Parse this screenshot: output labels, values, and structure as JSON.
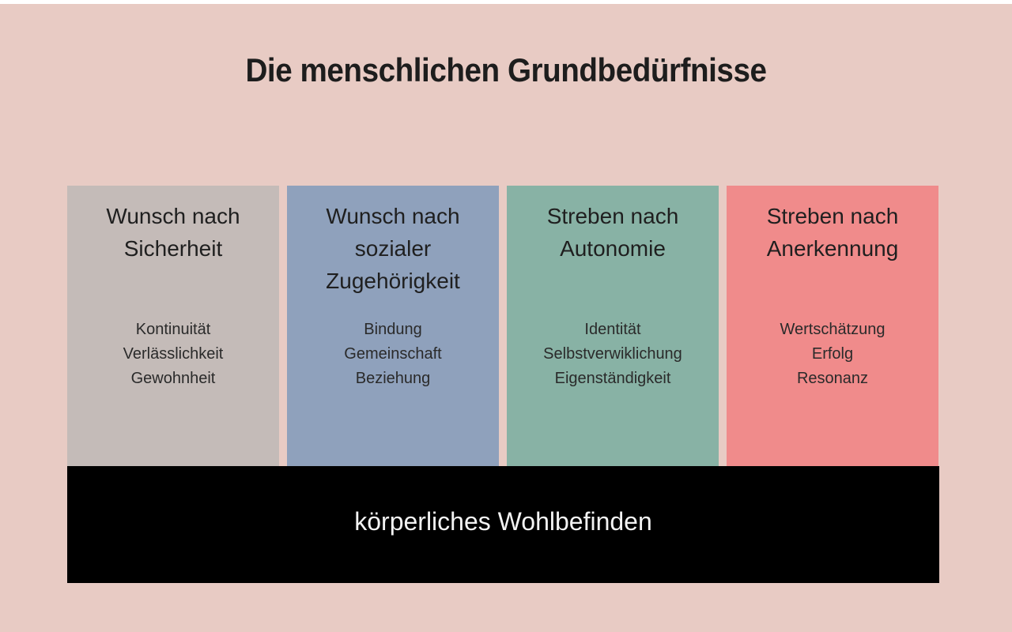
{
  "title": "Die menschlichen Grundbedürfnisse",
  "colors": {
    "background": "#e8cbc4",
    "sicherheit": "#c4bbb8",
    "zugehoerigkeit": "#8fa1bc",
    "autonomie": "#88b2a5",
    "anerkennung": "#f08b8b",
    "base": "#000000"
  },
  "columns": [
    {
      "heading_lines": [
        "Wunsch nach",
        "Sicherheit"
      ],
      "items": [
        "Kontinuität",
        "Verlässlichkeit",
        "Gewohnheit"
      ]
    },
    {
      "heading_lines": [
        "Wunsch nach",
        "sozialer",
        "Zugehörigkeit"
      ],
      "items": [
        "Bindung",
        "Gemeinschaft",
        "Beziehung"
      ]
    },
    {
      "heading_lines": [
        "Streben nach",
        "Autonomie"
      ],
      "items": [
        "Identität",
        "Selbstverwiklichung",
        "Eigenständigkeit"
      ]
    },
    {
      "heading_lines": [
        "Streben nach",
        "Anerkennung"
      ],
      "items": [
        "Wertschätzung",
        "Erfolg",
        "Resonanz"
      ]
    }
  ],
  "base": {
    "label": "körperliches Wohlbefinden"
  }
}
